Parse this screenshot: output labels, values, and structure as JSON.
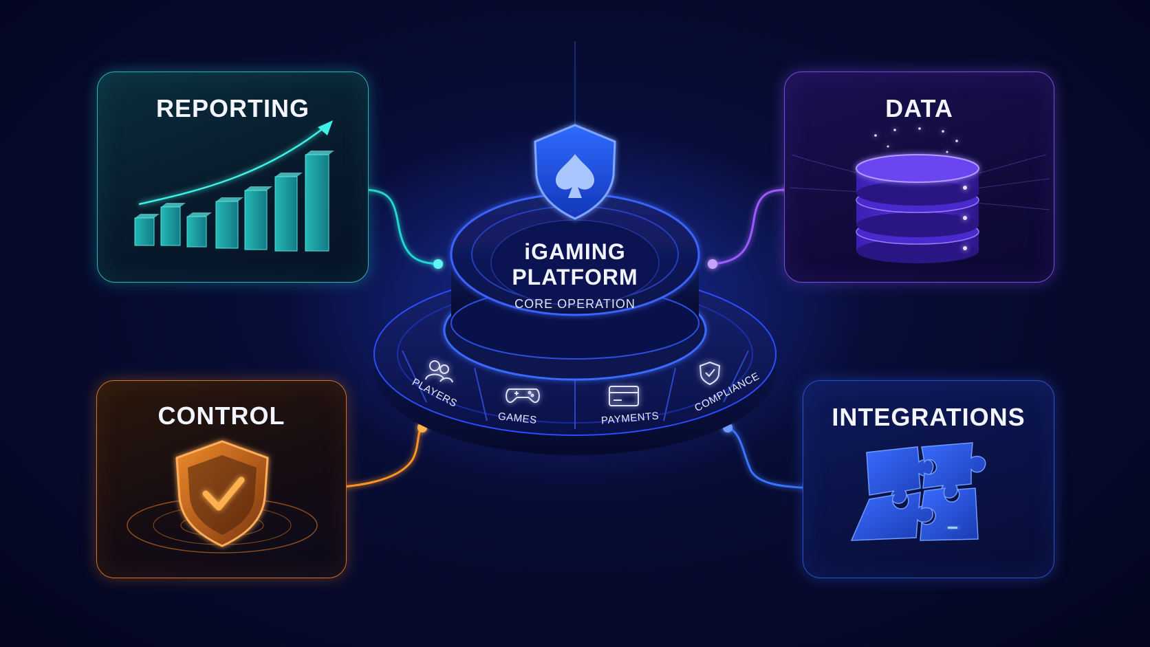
{
  "colors": {
    "reporting": "#2fb5b0",
    "data": "#7a4de0",
    "control": "#d0741e",
    "integrations": "#2b4fc8",
    "hub": "#2f5cff"
  },
  "hub": {
    "title_line1": "iGAMING",
    "title_line2": "PLATFORM",
    "subtitle": "CORE OPERATION",
    "icon": "spade-shield-icon",
    "segments": [
      {
        "label": "PLAYERS",
        "icon": "users-icon"
      },
      {
        "label": "GAMES",
        "icon": "gamepad-icon"
      },
      {
        "label": "PAYMENTS",
        "icon": "credit-card-icon"
      },
      {
        "label": "COMPLIANCE",
        "icon": "shield-check-icon"
      }
    ]
  },
  "cards": {
    "reporting": {
      "title": "REPORTING",
      "icon": "bar-chart-growth-icon"
    },
    "data": {
      "title": "DATA",
      "icon": "database-icon"
    },
    "control": {
      "title": "CONTROL",
      "icon": "shield-check-icon"
    },
    "integrations": {
      "title": "INTEGRATIONS",
      "icon": "puzzle-icon"
    }
  }
}
